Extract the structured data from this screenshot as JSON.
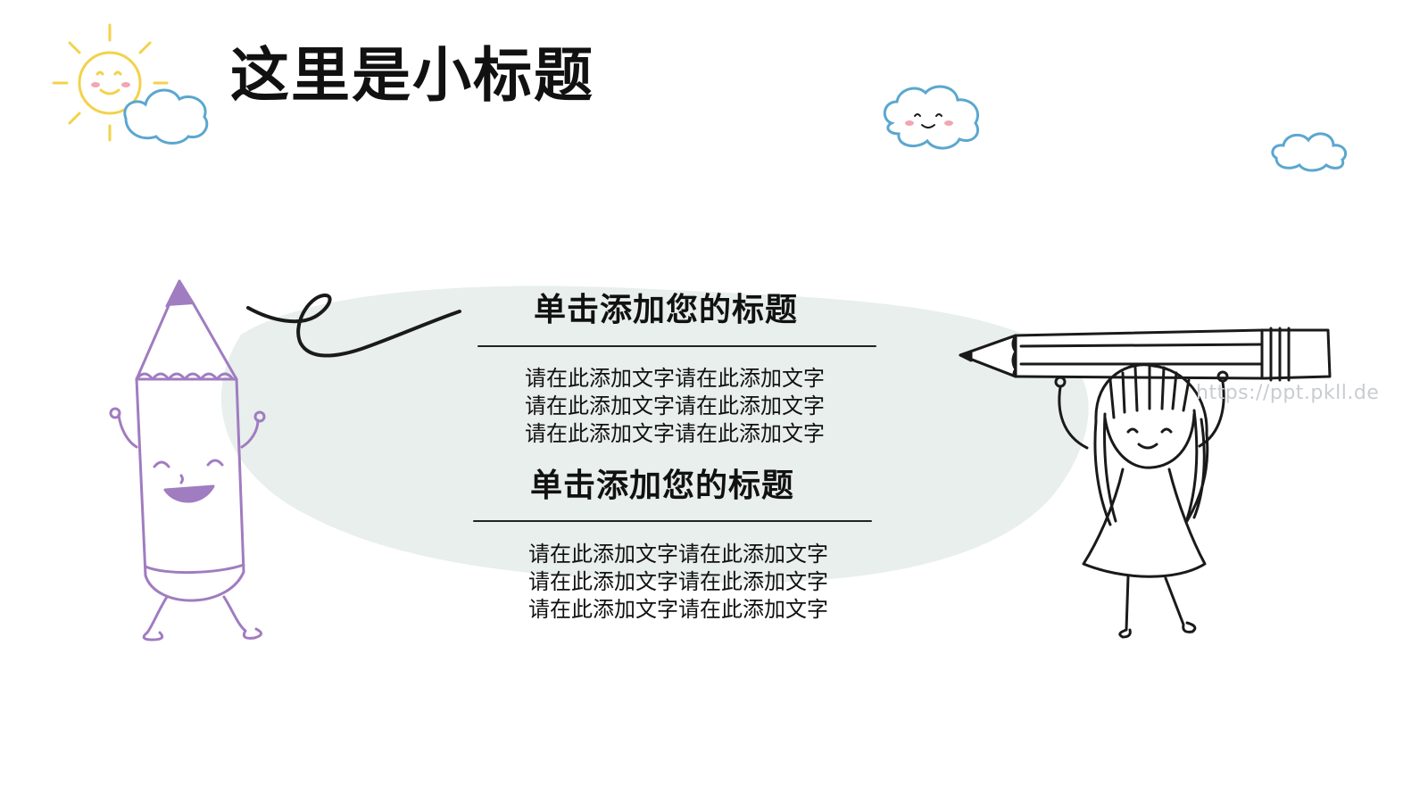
{
  "slide": {
    "title": "这里是小标题",
    "watermark": "https://ppt.pkll.de",
    "sections": [
      {
        "heading": "单击添加您的标题",
        "lines": [
          "请在此添加文字请在此添加文字",
          "请在此添加文字请在此添加文字",
          "请在此添加文字请在此添加文字"
        ]
      },
      {
        "heading": "单击添加您的标题",
        "lines": [
          "请在此添加文字请在此添加文字",
          "请在此添加文字请在此添加文字",
          "请在此添加文字请在此添加文字"
        ]
      }
    ]
  },
  "decorations": {
    "icons": [
      "sun-icon",
      "cloud-icon",
      "smiling-cloud-icon",
      "pencil-character-icon",
      "girl-holding-pencil-icon",
      "squiggle-line-icon"
    ]
  },
  "colors": {
    "text": "#111111",
    "sun": "#f3d24a",
    "cloud": "#5aa7cf",
    "cheek": "#f2a6b0",
    "pencil_character": "#a07cc0",
    "blob": "#e7eeec",
    "line_art": "#1a1a1a"
  }
}
